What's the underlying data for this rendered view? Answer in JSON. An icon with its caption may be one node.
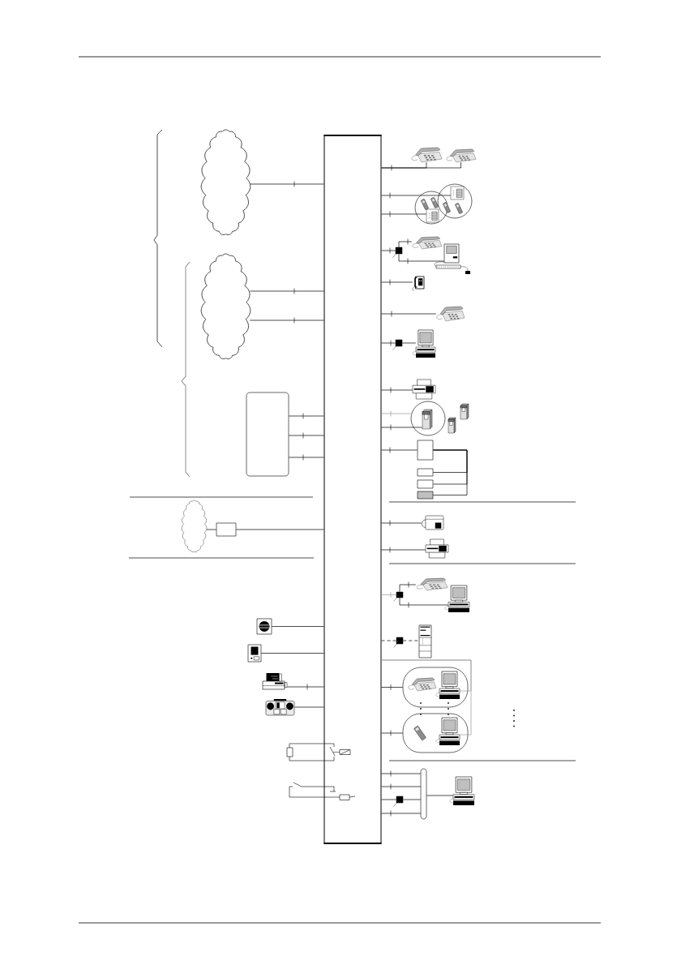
{
  "diagram": {
    "nodes": [
      {
        "text": [],
        "shape": "box"
      },
      {
        "text": [],
        "shape": "cloud"
      },
      {
        "text": [],
        "shape": "cloud"
      },
      {
        "text": [],
        "shape": "box"
      },
      {
        "text": [],
        "shape": "cloud"
      },
      {
        "text": [],
        "shape": "box"
      },
      {
        "text": [],
        "shape": "picture"
      },
      {
        "text": [],
        "shape": "picture"
      },
      {
        "text": [],
        "shape": "picture"
      },
      {
        "text": [],
        "shape": "picture"
      },
      {
        "text": [],
        "shape": "picture"
      },
      {
        "text": [],
        "shape": "picture"
      },
      {
        "text": [],
        "shape": "circle"
      },
      {
        "text": [],
        "shape": "picture",
        "in": 12
      },
      {
        "text": [],
        "shape": "circle"
      },
      {
        "text": [],
        "shape": "picture",
        "in": 14
      },
      {
        "text": [],
        "shape": "box"
      },
      {
        "text": [],
        "shape": "picture"
      },
      {
        "text": [],
        "shape": "picture"
      },
      {
        "text": [],
        "shape": "picture"
      },
      {
        "text": [],
        "shape": "picture"
      },
      {
        "text": [],
        "shape": "box"
      },
      {
        "text": [],
        "shape": "picture"
      },
      {
        "text": [],
        "shape": "picture"
      },
      {
        "text": [],
        "shape": "circle"
      },
      {
        "text": [],
        "shape": "picture",
        "in": 24
      },
      {
        "text": [],
        "shape": "box"
      },
      {
        "text": [],
        "shape": "box"
      },
      {
        "text": [],
        "shape": "box"
      },
      {
        "text": [],
        "shape": "box"
      },
      {
        "text": [],
        "shape": "picture"
      },
      {
        "text": [],
        "shape": "picture"
      },
      {
        "text": [],
        "shape": "box"
      },
      {
        "text": [],
        "shape": "picture"
      },
      {
        "text": [],
        "shape": "picture"
      },
      {
        "text": [],
        "shape": "box"
      },
      {
        "text": [],
        "shape": "picture"
      },
      {
        "text": [],
        "shape": "ellipse"
      },
      {
        "text": [],
        "shape": "picture",
        "in": 37
      },
      {
        "text": [],
        "shape": "ellipse"
      },
      {
        "text": [],
        "shape": "picture",
        "in": 39
      },
      {
        "text": [],
        "shape": "bar"
      },
      {
        "text": [],
        "shape": "box"
      },
      {
        "text": [],
        "shape": "picture"
      }
    ],
    "edges": [
      {
        "from": 1,
        "to": 0,
        "arrow": "none"
      },
      {
        "from": 2,
        "to": 0,
        "arrow": "none"
      },
      {
        "from": 2,
        "to": 0,
        "arrow": "none"
      },
      {
        "from": 3,
        "to": 0,
        "arrow": "none"
      },
      {
        "from": 3,
        "to": 0,
        "arrow": "none"
      },
      {
        "from": 3,
        "to": 0,
        "arrow": "none"
      },
      {
        "from": 4,
        "to": 5,
        "arrow": "none"
      },
      {
        "from": 5,
        "to": 0,
        "arrow": "none"
      },
      {
        "from": 6,
        "to": 0,
        "arrow": "none"
      },
      {
        "from": 7,
        "to": 0,
        "arrow": "none"
      },
      {
        "from": 8,
        "to": 0,
        "arrow": "none"
      },
      {
        "from": 9,
        "to": 0,
        "arrow": "none"
      },
      {
        "from": 0,
        "to": 10,
        "arrow": "none"
      },
      {
        "from": 0,
        "to": 11,
        "arrow": "none"
      },
      {
        "from": 0,
        "to": 15,
        "arrow": "none"
      },
      {
        "from": 0,
        "to": 13,
        "arrow": "none"
      },
      {
        "from": 0,
        "to": 16,
        "arrow": "none"
      },
      {
        "from": 16,
        "to": 17,
        "arrow": "none"
      },
      {
        "from": 16,
        "to": 18,
        "arrow": "none"
      },
      {
        "from": 0,
        "to": 19,
        "arrow": "none"
      },
      {
        "from": 0,
        "to": 20,
        "arrow": "none"
      },
      {
        "from": 0,
        "to": 21,
        "arrow": "none"
      },
      {
        "from": 21,
        "to": 22,
        "arrow": "none"
      },
      {
        "from": 0,
        "to": 23,
        "arrow": "none"
      },
      {
        "from": 0,
        "to": 24,
        "arrow": "none",
        "color": "#999999"
      },
      {
        "from": 0,
        "to": 25,
        "arrow": "none"
      },
      {
        "from": 0,
        "to": 26,
        "arrow": "none"
      },
      {
        "from": 26,
        "to": 27,
        "arrow": "none"
      },
      {
        "from": 26,
        "to": 28,
        "arrow": "none"
      },
      {
        "from": 26,
        "to": 29,
        "arrow": "none"
      },
      {
        "from": 0,
        "to": 30,
        "arrow": "none"
      },
      {
        "from": 0,
        "to": 31,
        "arrow": "none"
      },
      {
        "from": 0,
        "to": 32,
        "arrow": "none",
        "color": "#999999"
      },
      {
        "from": 32,
        "to": 33,
        "arrow": "none"
      },
      {
        "from": 32,
        "to": 34,
        "arrow": "none"
      },
      {
        "from": 0,
        "to": 35,
        "arrow": "none",
        "style": "dashed"
      },
      {
        "from": 35,
        "to": 36,
        "arrow": "none",
        "style": "dashed"
      },
      {
        "from": 0,
        "to": 38,
        "arrow": "none",
        "color": "#999999"
      },
      {
        "from": 0,
        "to": 40,
        "arrow": "none",
        "color": "#999999"
      },
      {
        "from": 0,
        "to": 37,
        "arrow": "none"
      },
      {
        "from": 0,
        "to": 39,
        "arrow": "none"
      },
      {
        "from": 0,
        "to": 41,
        "arrow": "none"
      },
      {
        "from": 0,
        "to": 41,
        "arrow": "none"
      },
      {
        "from": 0,
        "to": 42,
        "arrow": "none"
      },
      {
        "from": 42,
        "to": 41,
        "arrow": "none"
      },
      {
        "from": 0,
        "to": 41,
        "arrow": "none"
      },
      {
        "from": 41,
        "to": 43,
        "arrow": "none"
      }
    ]
  }
}
